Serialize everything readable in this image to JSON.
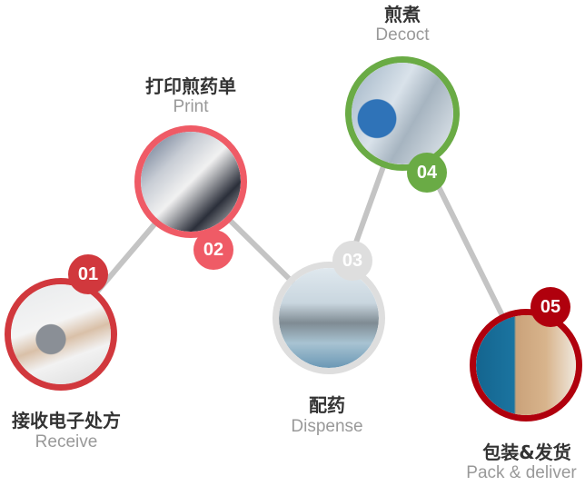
{
  "steps": [
    {
      "num": "01",
      "cn": "接收电子处方",
      "en": "Receive",
      "color": "#d1383d",
      "photo": "doctor-laptop-stethoscope"
    },
    {
      "num": "02",
      "cn": "打印煎药单",
      "en": "Print",
      "color": "#ef5b66",
      "photo": "printing-prescription"
    },
    {
      "num": "03",
      "cn": "配药",
      "en": "Dispense",
      "color": "#dedede",
      "photo": "pharmacy-dispensing-room"
    },
    {
      "num": "04",
      "cn": "煎煮",
      "en": "Decoct",
      "color": "#6aab45",
      "photo": "decoction-machines"
    },
    {
      "num": "05",
      "cn": "包装&发货",
      "en": "Pack & deliver",
      "color": "#b0000d",
      "photo": "delivery-boxes"
    }
  ]
}
